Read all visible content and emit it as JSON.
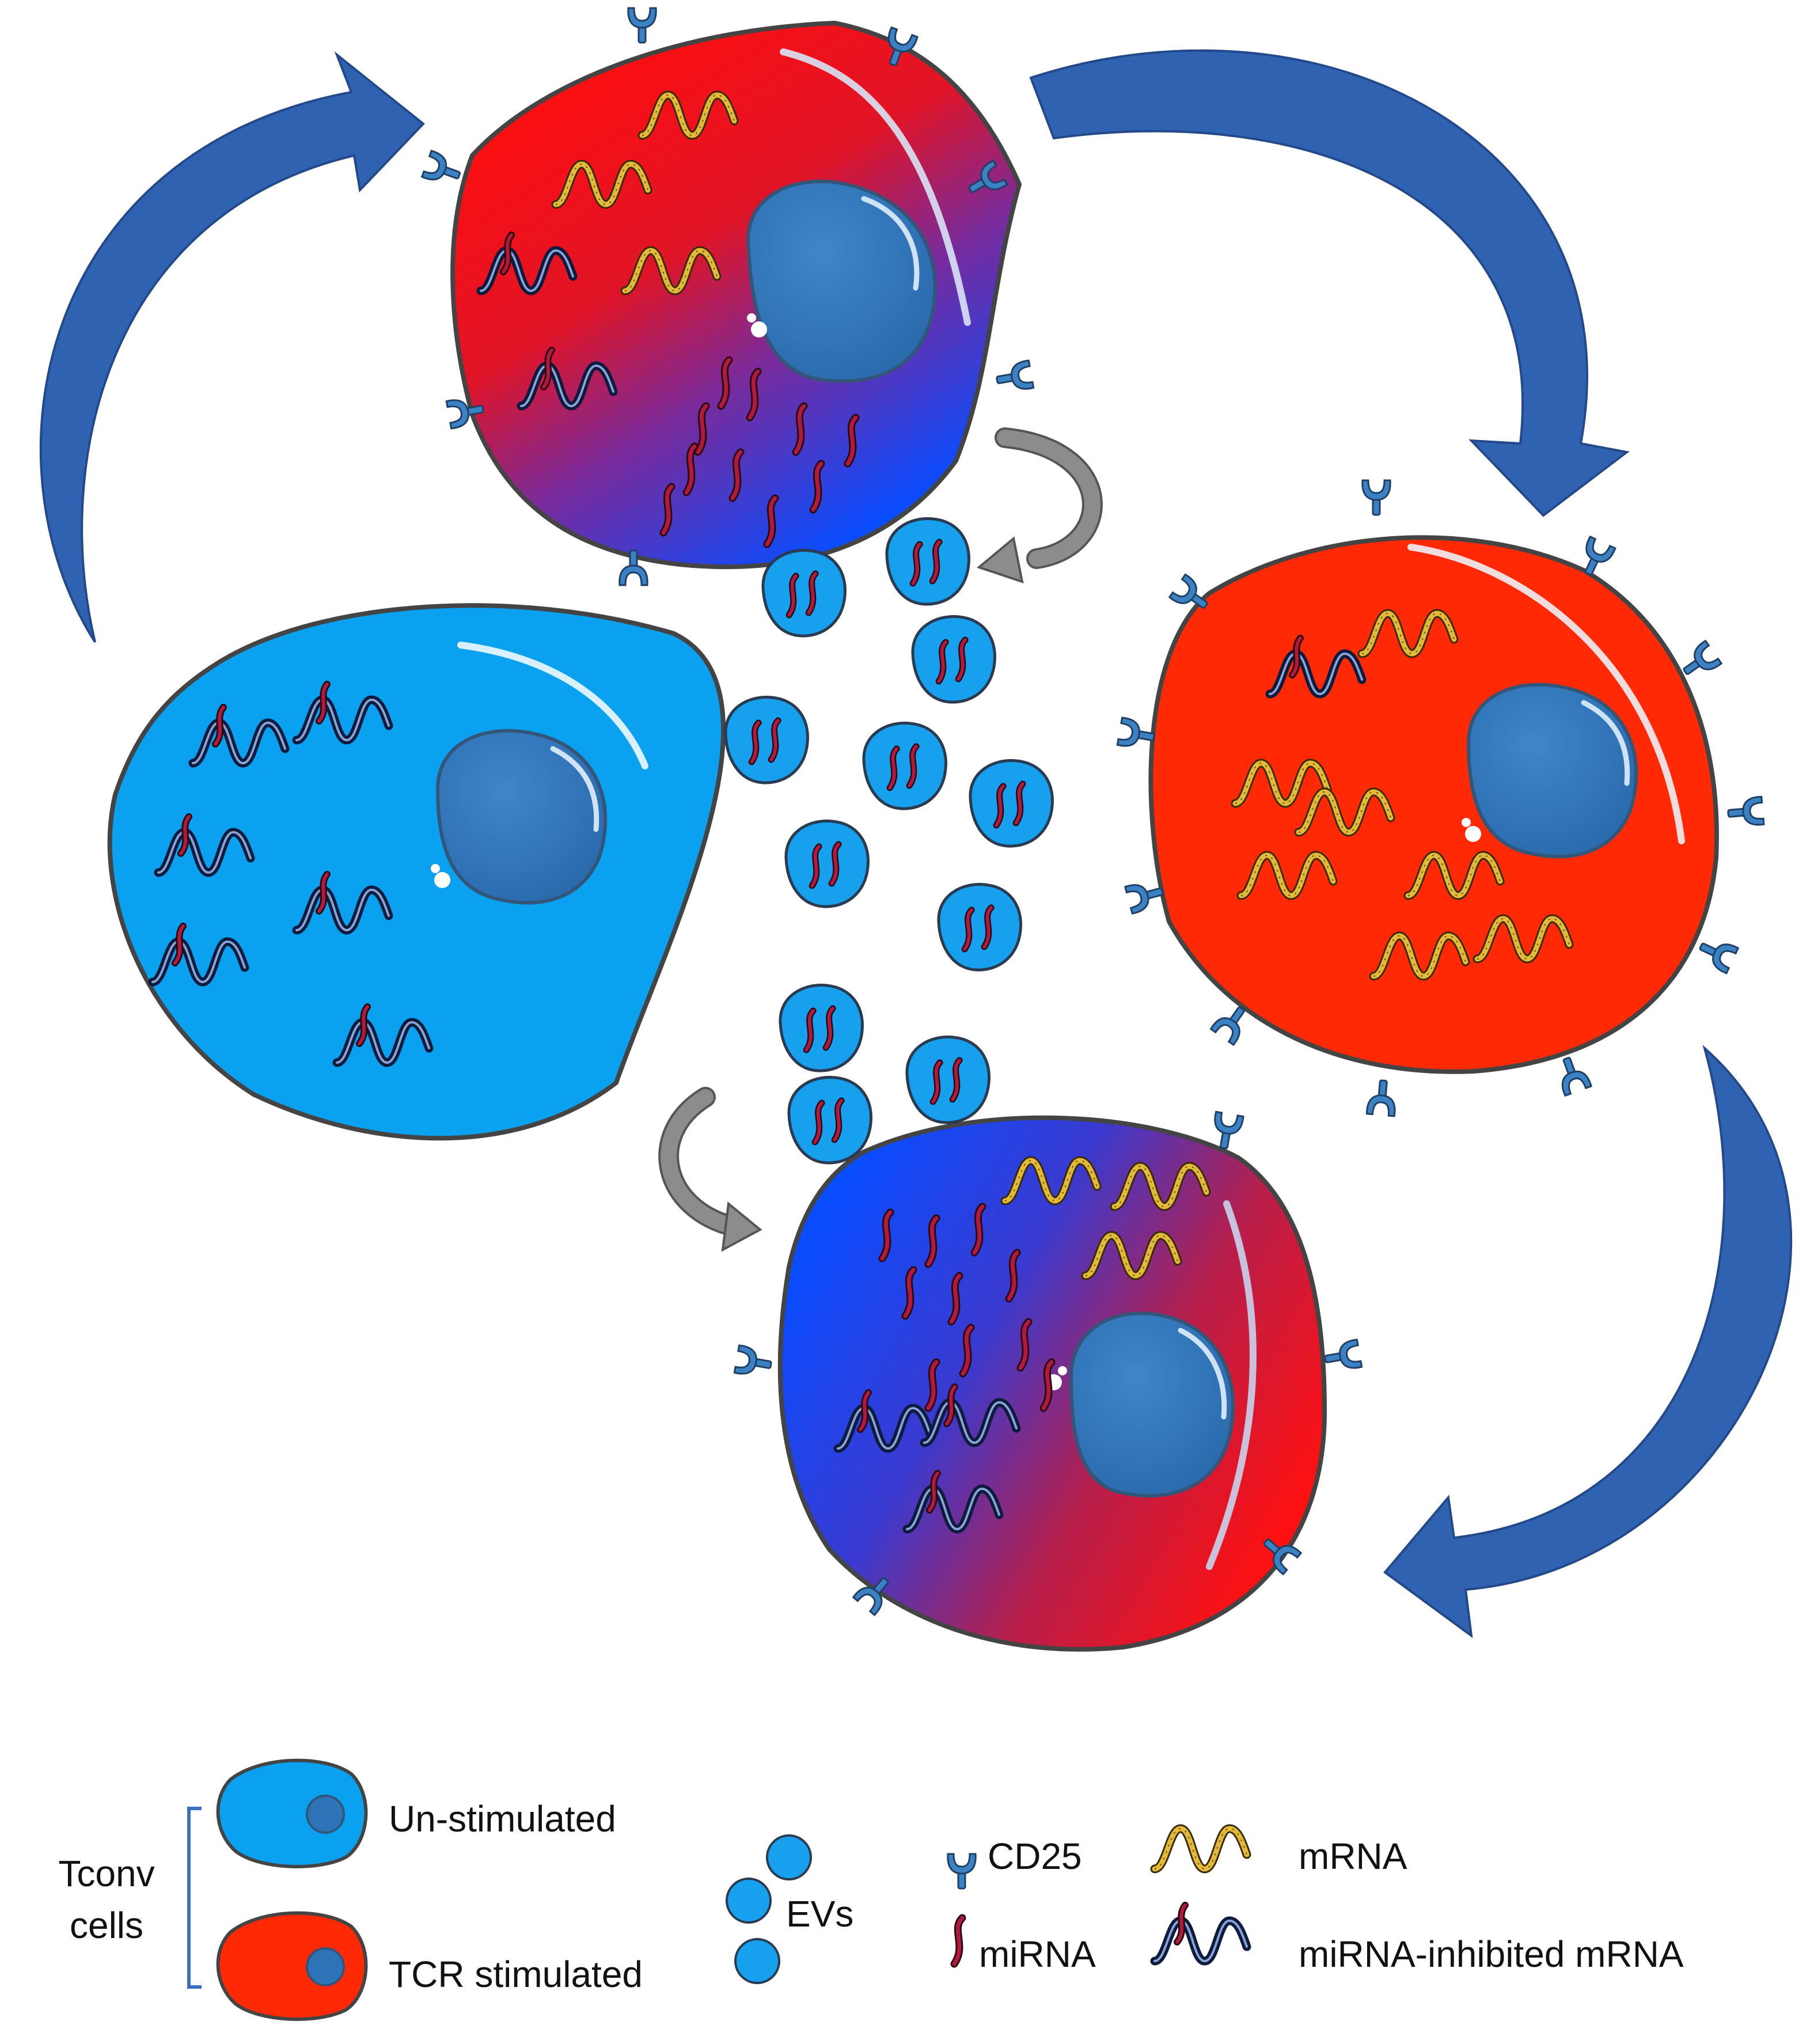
{
  "legend": {
    "group_label_line1": "Tconv",
    "group_label_line2": "cells",
    "unstimulated": "Un-stimulated",
    "tcr_stimulated": "TCR stimulated",
    "evs": "EVs",
    "cd25": "CD25",
    "mirna": "miRNA",
    "mrna": "mRNA",
    "inhibited_mrna": "miRNA-inhibited mRNA"
  },
  "icons": {
    "receptor": "cd25-receptor-icon",
    "mirna": "mirna-strand-icon",
    "mrna": "mrna-wave-icon",
    "inhibited": "inhibited-mrna-icon",
    "ev": "ev-vesicle-icon"
  },
  "colors": {
    "unstimulated_cell": "#0aa2f0",
    "stimulated_cell": "#ff2a05",
    "mixed_red": "#ff0e0e",
    "mixed_blue": "#0a4cff",
    "nucleus": "#2e73b8",
    "receptor": "#3b82c4",
    "mirna": "#b11a3c",
    "mrna": "#e3b93a",
    "inhibited_mrna": "#0d1b3c",
    "cycle_arrow": "#2f62b0",
    "transfer_arrow": "#8c8c8c",
    "outline": "#444444"
  }
}
